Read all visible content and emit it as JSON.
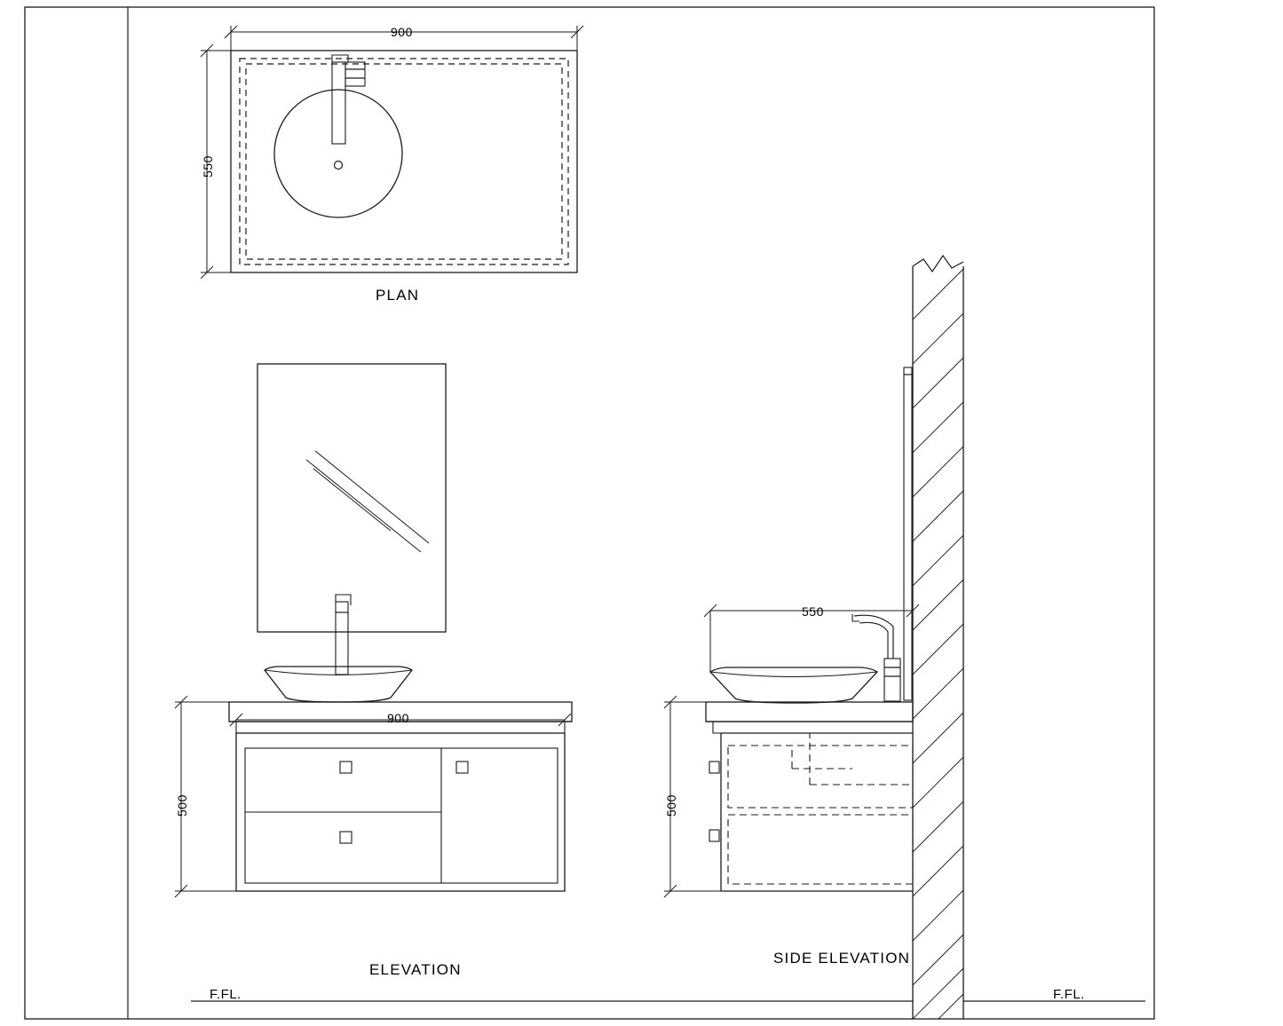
{
  "drawing": {
    "title_plan": "PLAN",
    "title_elevation": "ELEVATION",
    "title_side_elevation": "SIDE ELEVATION",
    "dim_plan_width": "900",
    "dim_plan_depth": "550",
    "dim_elevation_width": "900",
    "dim_elevation_height": "500",
    "dim_side_depth": "550",
    "dim_side_height": "500",
    "ffl_left": "F.FL.",
    "ffl_right": "F.FL.",
    "colors": {
      "line": "#1a1a1a",
      "background": "#ffffff"
    }
  }
}
